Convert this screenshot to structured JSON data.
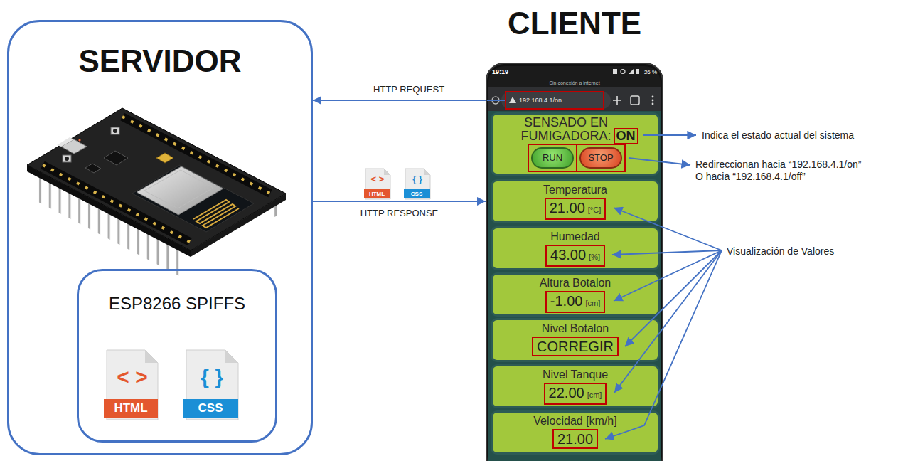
{
  "diagram": {
    "nodes": [
      {
        "text": [
          "SERVIDOR"
        ]
      },
      {
        "text": [
          "ESP8266 SPIFFS"
        ],
        "in": 0
      },
      {
        "text": [
          "CLIENTE"
        ]
      },
      {
        "text": [
          "192.168.4.1/on"
        ],
        "in": 2
      },
      {
        "text": [
          "SENSADO EN FUMIGADORA:"
        ],
        "in": 2
      },
      {
        "text": [
          "ON"
        ],
        "in": 4
      },
      {
        "text": [
          "RUN"
        ],
        "in": 4
      },
      {
        "text": [
          "STOP"
        ],
        "in": 4
      },
      {
        "text": [
          "Temperatura"
        ],
        "in": 2
      },
      {
        "text": [
          "21.00",
          "[°C]"
        ],
        "in": 8
      },
      {
        "text": [
          "Humedad"
        ],
        "in": 2
      },
      {
        "text": [
          "43.00",
          "[%]"
        ],
        "in": 10
      },
      {
        "text": [
          "Altura Botalon"
        ],
        "in": 2
      },
      {
        "text": [
          "-1.00",
          "[cm]"
        ],
        "in": 12
      },
      {
        "text": [
          "Nivel Botalon"
        ],
        "in": 2
      },
      {
        "text": [
          "CORREGIR"
        ],
        "in": 14
      },
      {
        "text": [
          "Nivel Tanque"
        ],
        "in": 2
      },
      {
        "text": [
          "22.00",
          "[cm]"
        ],
        "in": 16
      },
      {
        "text": [
          "Velocidad [km/h]"
        ],
        "in": 2
      },
      {
        "text": [
          "21.00"
        ],
        "in": 18
      }
    ],
    "edges": [
      {
        "from": 3,
        "to": 0,
        "arrow": "to",
        "label": "HTTP REQUEST"
      },
      {
        "from": 0,
        "to": 2,
        "arrow": "to",
        "label": "HTTP RESPONSE"
      }
    ],
    "labels": [
      "19:19",
      "Sin conexión a internet",
      "26 %",
      "< >",
      "HTML",
      "{ }",
      "CSS",
      "< >",
      "HTML",
      "{ }",
      "CSS",
      "Indica el estado actual del sistema",
      "Redireccionan hacia “192.168.4.1/on” O hacia “192.168.4.1/off”",
      "Visualización de Valores"
    ]
  }
}
